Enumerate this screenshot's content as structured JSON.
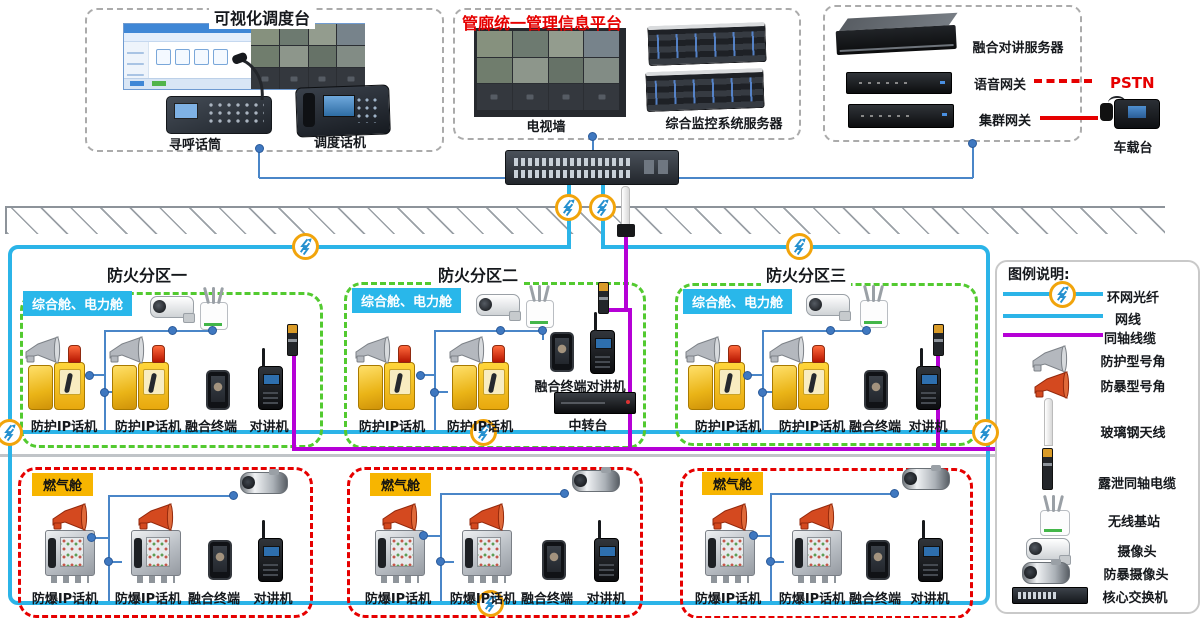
{
  "dispatch_box": {
    "title": "可视化调度台",
    "paging_mic": "寻呼话筒",
    "dispatch_phone": "调度话机"
  },
  "platform_box": {
    "title": "管廊统一管理信息平台",
    "tv_wall": "电视墙",
    "monitor_server": "综合监控系统服务器"
  },
  "intercom_box": {
    "fusion_server": "融合对讲服务器",
    "voice_gateway": "语音网关",
    "cluster_gateway": "集群网关",
    "pstn": "PSTN",
    "vehicle_station": "车载台"
  },
  "fire_zones": {
    "zone1": {
      "title": "防火分区一",
      "cabin": "综合舱、电力舱",
      "phone1": "防护IP话机",
      "phone2": "防护IP话机",
      "fusion_terminal": "融合终端",
      "intercom": "对讲机"
    },
    "zone2": {
      "title": "防火分区二",
      "cabin": "综合舱、电力舱",
      "phone1": "防护IP话机",
      "phone2": "防护IP话机",
      "fusion_intercom": "融合终端对讲机",
      "repeater": "中转台"
    },
    "zone3": {
      "title": "防火分区三",
      "cabin": "综合舱、电力舱",
      "phone1": "防护IP话机",
      "phone2": "防护IP话机",
      "fusion_terminal": "融合终端",
      "intercom": "对讲机"
    }
  },
  "gas_zones": {
    "zone1": {
      "title": "燃气舱",
      "phone1": "防爆IP话机",
      "phone2": "防爆IP话机",
      "fusion_terminal": "融合终端",
      "intercom": "对讲机"
    },
    "zone2": {
      "title": "燃气舱",
      "phone1": "防爆IP话机",
      "phone2": "防爆IP话机",
      "fusion_terminal": "融合终端",
      "intercom": "对讲机"
    },
    "zone3": {
      "title": "燃气舱",
      "phone1": "防爆IP话机",
      "phone2": "防爆IP话机",
      "fusion_terminal": "融合终端",
      "intercom": "对讲机"
    }
  },
  "legend": {
    "title": "图例说明:",
    "ring_fiber": "环网光纤",
    "network_cable": "网线",
    "coaxial_cable": "同轴线缆",
    "protective_horn": "防护型号角",
    "explosion_horn": "防暴型号角",
    "fiberglass_antenna": "玻璃钢天线",
    "leaky_coax": "露泄同轴电缆",
    "wireless_base": "无线基站",
    "camera": "摄像头",
    "explosion_camera": "防暴摄像头",
    "core_switch": "核心交换机"
  },
  "colors": {
    "ring_fiber": "#2bb4e8",
    "coaxial": "#b500d6",
    "accent_red": "#e60000",
    "zone_green": "#53ca30",
    "gas_red": "#e60000",
    "cabin_cyan": "#29b7ea",
    "gas_yellow": "#f7b500"
  }
}
